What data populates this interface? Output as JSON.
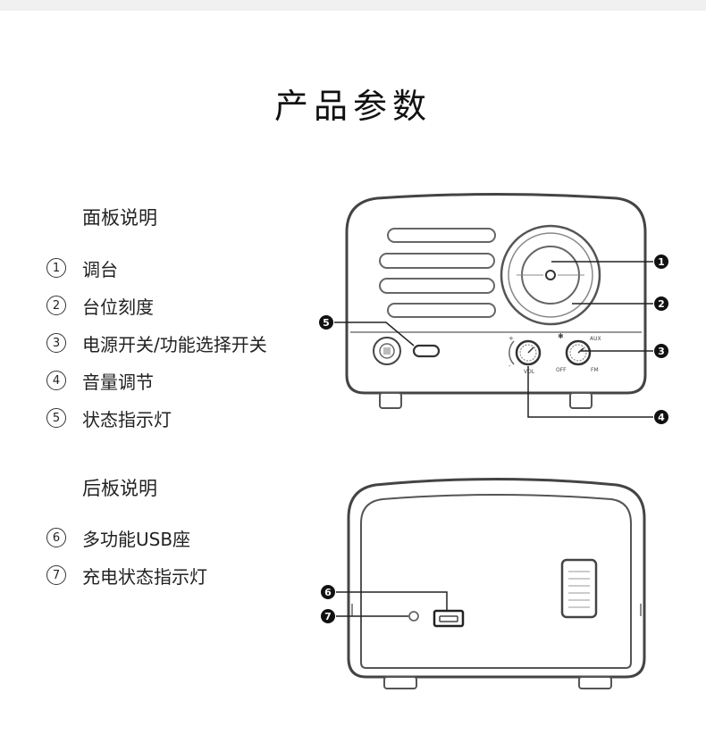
{
  "title": "产品参数",
  "front": {
    "heading": "面板说明",
    "items": [
      {
        "num": "1",
        "label": "调台"
      },
      {
        "num": "2",
        "label": "台位刻度"
      },
      {
        "num": "3",
        "label": "电源开关/功能选择开关"
      },
      {
        "num": "4",
        "label": "音量调节"
      },
      {
        "num": "5",
        "label": "状态指示灯"
      }
    ],
    "knob_labels": {
      "vol": "VOL",
      "off": "OFF",
      "fm": "FM",
      "aux": "AUX"
    },
    "callouts": [
      "1",
      "2",
      "3",
      "4",
      "5"
    ]
  },
  "back": {
    "heading": "后板说明",
    "items": [
      {
        "num": "6",
        "label": "多功能USB座"
      },
      {
        "num": "7",
        "label": "充电状态指示灯"
      }
    ],
    "callouts": [
      "6",
      "7"
    ]
  }
}
